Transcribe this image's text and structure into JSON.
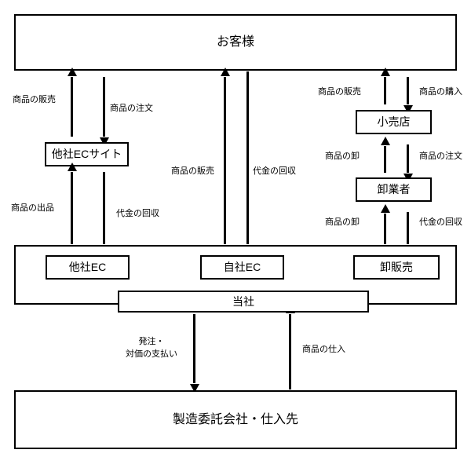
{
  "diagram": {
    "title": "business-distribution-flow",
    "colors": {
      "line": "#000000",
      "background": "#ffffff",
      "text": "#000000"
    }
  },
  "nodes": {
    "customer": {
      "label": "お客様"
    },
    "other_ec_site": {
      "label": "他社ECサイト"
    },
    "retailer": {
      "label": "小売店"
    },
    "wholesaler": {
      "label": "卸業者"
    },
    "company_container": {
      "label": ""
    },
    "other_ec": {
      "label": "他社EC"
    },
    "own_ec": {
      "label": "自社EC"
    },
    "wholesale_sales": {
      "label": "卸販売"
    },
    "our_company": {
      "label": "当社"
    },
    "supplier": {
      "label": "製造委託会社・仕入先"
    }
  },
  "flows": {
    "customer_to_other_ec_site": {
      "sell": "商品の販売",
      "order": "商品の注文"
    },
    "other_ec_site_to_company": {
      "listing": "商品の出品",
      "collect": "代金の回収"
    },
    "customer_to_own_ec": {
      "sell": "商品の販売",
      "collect": "代金の回収"
    },
    "customer_to_retailer": {
      "sell": "商品の販売",
      "purchase": "商品の購入"
    },
    "retailer_to_wholesaler": {
      "wholesale": "商品の卸",
      "order": "商品の注文"
    },
    "wholesaler_to_company": {
      "wholesale": "商品の卸",
      "collect": "代金の回収"
    },
    "company_to_supplier": {
      "order_line1": "発注・",
      "order_line2": "対価の支払い",
      "purchase": "商品の仕入"
    }
  }
}
